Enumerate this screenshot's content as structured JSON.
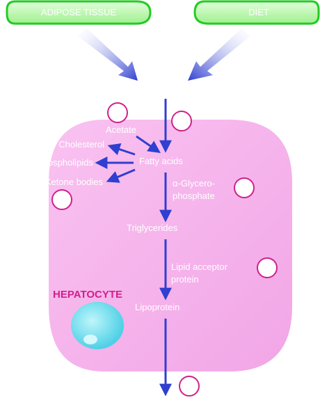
{
  "colors": {
    "pill_fill": "#b6f6a8",
    "pill_edge": "#22cc22",
    "cell_fill": "#f6b4ec",
    "arrow": "#2f3fd0",
    "circle": "#d0208a",
    "nucleus": "#7fe6f2",
    "hepatocyte_text": "#d0208a",
    "white_text": "#ffffff"
  },
  "sources": {
    "adipose": "ADIPOSE TISSUE",
    "diet": "DIET"
  },
  "cell_label": "HEPATOCYTE",
  "labels": {
    "acetate": "Acetate",
    "cholesterol": "Cholesterol",
    "phospholipids": "Phospholipids",
    "ketone_bodies": "Ketone bodies",
    "fatty_acids": "Fatty acids",
    "glycerophosphate_line1": "α-Glycero-",
    "glycerophosphate_line2": "phosphate",
    "triglycerides": "Triglycerides",
    "lipid_acceptor_line1": "Lipid acceptor",
    "lipid_acceptor_line2": "protein",
    "lipoprotein": "Lipoprotein"
  },
  "icons": {
    "step_marker": "empty-circle-icon",
    "nucleus": "nucleus-icon"
  }
}
